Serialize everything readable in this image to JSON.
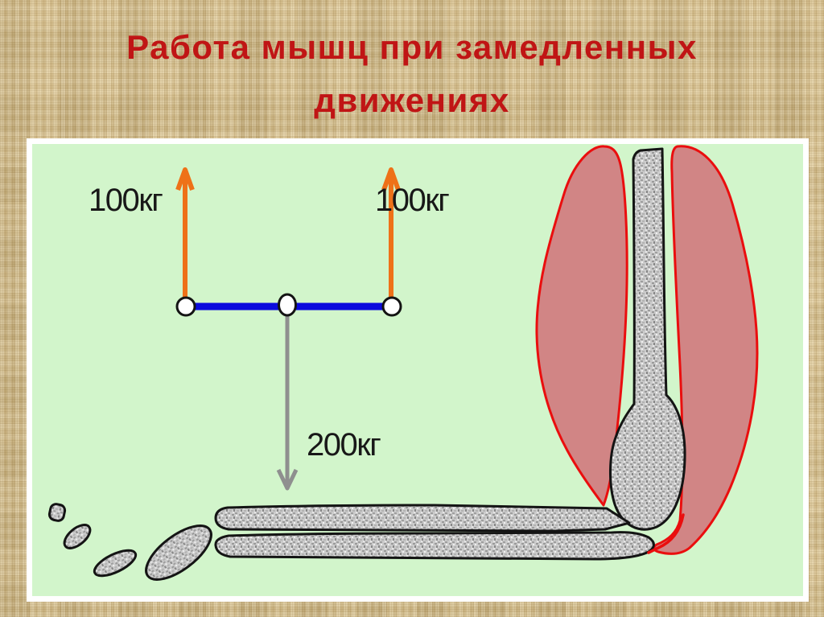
{
  "slide": {
    "title_lines": [
      "Работа мышц при замедленных",
      "движениях"
    ],
    "title_color": "#c01515"
  },
  "figure": {
    "kind": "lever-scheme-with-elbow-anatomy",
    "labels": {
      "left_force": "100кг",
      "right_force": "100кг",
      "load": "200кг"
    },
    "colors": {
      "panel_background": "#d2f5cb",
      "panel_border": "#ffffff",
      "slide_background": "#d9c28f",
      "force_arrow": "#ee7118",
      "load_arrow": "#8f8f8f",
      "lever_bar": "#0b0bdd",
      "joint_point_fill": "#ffffff",
      "muscle_fill": "#d18585",
      "muscle_outline": "#ea0e0e",
      "bone_fill": "#cbcbcb",
      "bone_outline": "#141414"
    }
  }
}
